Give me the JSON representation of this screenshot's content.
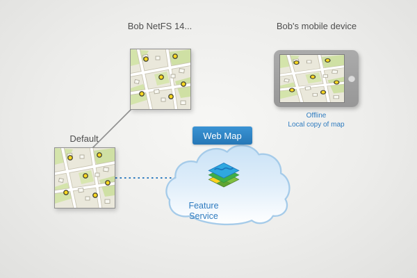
{
  "diagram": {
    "bob_netfs": {
      "label": "Bob NetFS 14..."
    },
    "mobile_device": {
      "label": "Bob's mobile device",
      "status_line_1": "Offline",
      "status_line_2": "Local copy of map"
    },
    "default_version": {
      "label": "Default"
    },
    "web_map": {
      "label": "Web Map"
    },
    "feature_service": {
      "label": "Feature Service"
    }
  },
  "icons": {
    "map_thumbnail": "map-thumbnail-icon",
    "tablet": "tablet-icon",
    "home_button": "home-button-icon",
    "cloud": "cloud-icon",
    "layers_stack": "layers-stack-icon",
    "marker": "map-marker-icon"
  },
  "colors": {
    "accent_blue": "#2e7bbf",
    "web_map_banner": "#2e86c8",
    "cloud_fill": "#cde4f6",
    "cloud_outline": "#a5cbe9",
    "connector_gray": "#909090",
    "label_gray": "#4d4d4d",
    "marker_yellow": "#ffd91f",
    "map_background": "#eae8db"
  }
}
